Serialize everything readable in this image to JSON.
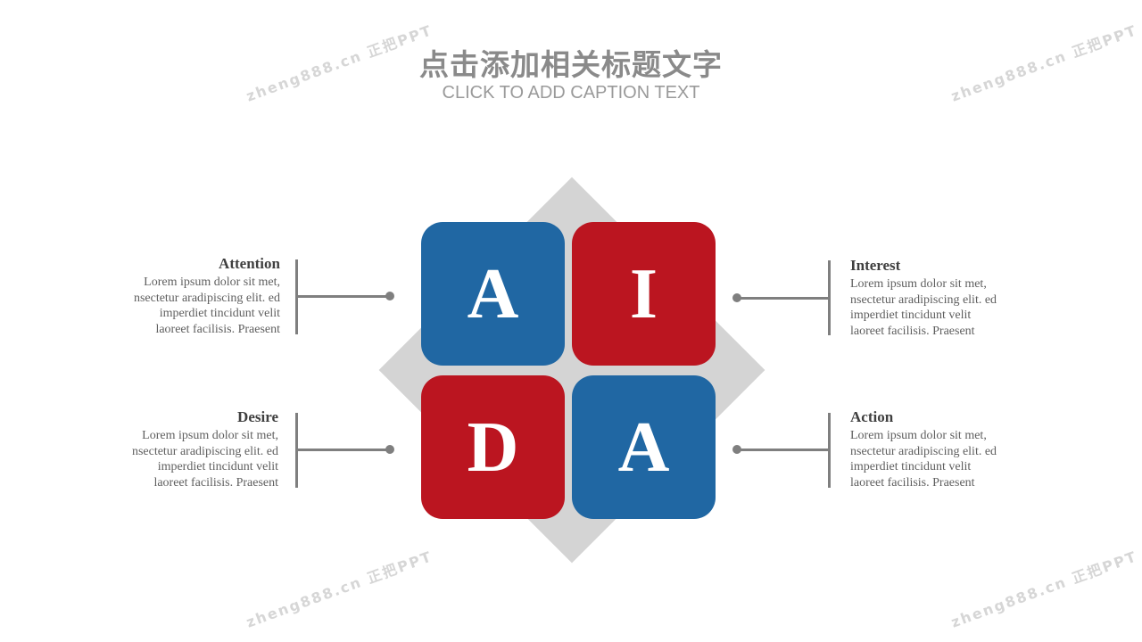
{
  "header": {
    "title": "点击添加相关标题文字",
    "subtitle": "CLICK TO ADD CAPTION TEXT"
  },
  "diagram": {
    "tiles": [
      {
        "letter": "A",
        "color": "#2067a3"
      },
      {
        "letter": "I",
        "color": "#bb1520"
      },
      {
        "letter": "D",
        "color": "#bb1520"
      },
      {
        "letter": "A",
        "color": "#2067a3"
      }
    ],
    "diamond_color": "#d4d4d4"
  },
  "blocks": {
    "attention": {
      "title": "Attention",
      "lines": [
        "Lorem ipsum dolor sit met,",
        "nsectetur aradipiscing elit. ed",
        "imperdiet tincidunt velit",
        "laoreet facilisis.  Praesent"
      ]
    },
    "interest": {
      "title": "Interest",
      "lines": [
        "Lorem ipsum dolor sit met,",
        "nsectetur aradipiscing elit. ed",
        "imperdiet tincidunt velit",
        "laoreet facilisis.  Praesent"
      ]
    },
    "desire": {
      "title": "Desire",
      "lines": [
        "Lorem ipsum dolor sit met,",
        "nsectetur aradipiscing elit. ed",
        "imperdiet tincidunt velit",
        "laoreet facilisis.  Praesent"
      ]
    },
    "action": {
      "title": "Action",
      "lines": [
        "Lorem ipsum dolor sit met,",
        "nsectetur aradipiscing elit. ed",
        "imperdiet tincidunt velit",
        "laoreet facilisis.  Praesent"
      ]
    }
  },
  "watermark": {
    "text": "zheng888.cn 正把PPT"
  }
}
